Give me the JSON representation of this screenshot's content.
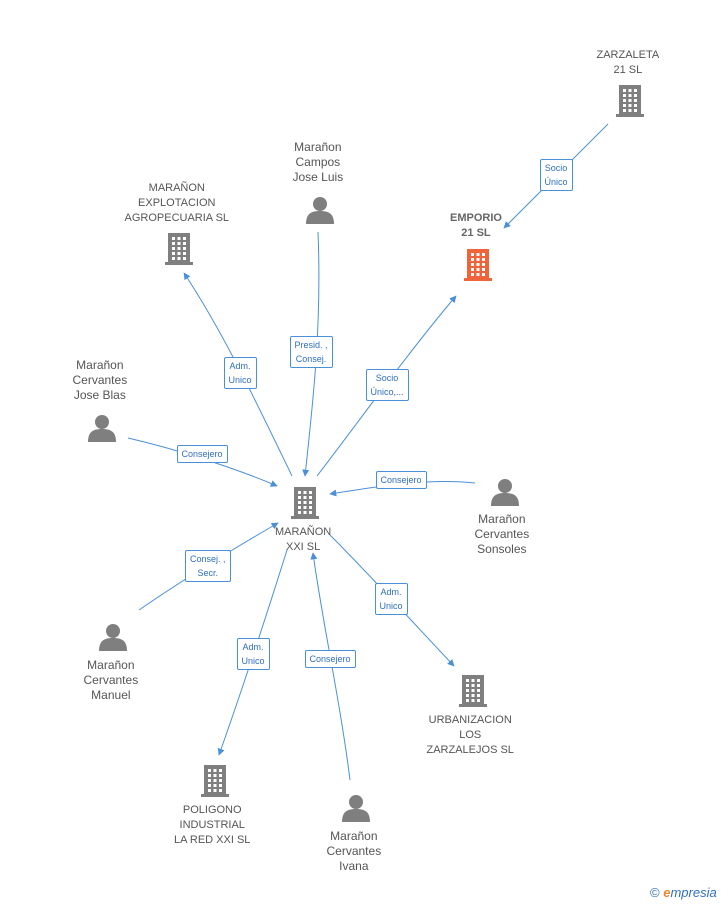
{
  "colors": {
    "edge": "#4a90d9",
    "node": "#7f7f7f",
    "focus": "#f0643c"
  },
  "nodes": [
    {
      "id": "maranon-xxi",
      "type": "company",
      "lines": [
        "MARAÑON",
        "XXI SL"
      ]
    },
    {
      "id": "zarzaleta",
      "type": "company",
      "lines": [
        "ZARZALETA",
        "21 SL"
      ]
    },
    {
      "id": "emporio",
      "type": "company",
      "focus": true,
      "lines": [
        "EMPORIO",
        "21 SL"
      ]
    },
    {
      "id": "explotacion",
      "type": "company",
      "lines": [
        "MARAÑON",
        "EXPLOTACION",
        "AGROPECUARIA SL"
      ]
    },
    {
      "id": "jose-luis",
      "type": "person",
      "lines": [
        "Marañon",
        "Campos",
        "Jose Luis"
      ]
    },
    {
      "id": "jose-blas",
      "type": "person",
      "lines": [
        "Marañon",
        "Cervantes",
        "Jose Blas"
      ]
    },
    {
      "id": "sonsoles",
      "type": "person",
      "lines": [
        "Marañon",
        "Cervantes",
        "Sonsoles"
      ]
    },
    {
      "id": "manuel",
      "type": "person",
      "lines": [
        "Marañon",
        "Cervantes",
        "Manuel"
      ]
    },
    {
      "id": "urbanizacion",
      "type": "company",
      "lines": [
        "URBANIZACION",
        "LOS",
        "ZARZALEJOS SL"
      ]
    },
    {
      "id": "poligono",
      "type": "company",
      "lines": [
        "POLIGONO",
        "INDUSTRIAL",
        "LA RED XXI SL"
      ]
    },
    {
      "id": "ivana",
      "type": "person",
      "lines": [
        "Marañon",
        "Cervantes",
        "Ivana"
      ]
    }
  ],
  "edges": [
    {
      "id": "e-zarzaleta-emporio",
      "lines": [
        "Socio",
        "Único"
      ]
    },
    {
      "id": "e-xxi-explotacion",
      "lines": [
        "Adm.",
        "Unico"
      ]
    },
    {
      "id": "e-joseluis-xxi",
      "lines": [
        "Presid. ,",
        "Consej."
      ]
    },
    {
      "id": "e-xxi-emporio",
      "lines": [
        "Socio",
        "Único,..."
      ]
    },
    {
      "id": "e-joseblas-xxi",
      "lines": [
        "Consejero"
      ]
    },
    {
      "id": "e-sonsoles-xxi",
      "lines": [
        "Consejero"
      ]
    },
    {
      "id": "e-manuel-xxi",
      "lines": [
        "Consej. ,",
        "Secr."
      ]
    },
    {
      "id": "e-xxi-urbanizacion",
      "lines": [
        "Adm.",
        "Unico"
      ]
    },
    {
      "id": "e-xxi-poligono",
      "lines": [
        "Adm.",
        "Unico"
      ]
    },
    {
      "id": "e-ivana-xxi",
      "lines": [
        "Consejero"
      ]
    }
  ],
  "footer": {
    "copyright_symbol": "©",
    "brand_initial": "e",
    "brand_rest": "mpresia"
  }
}
